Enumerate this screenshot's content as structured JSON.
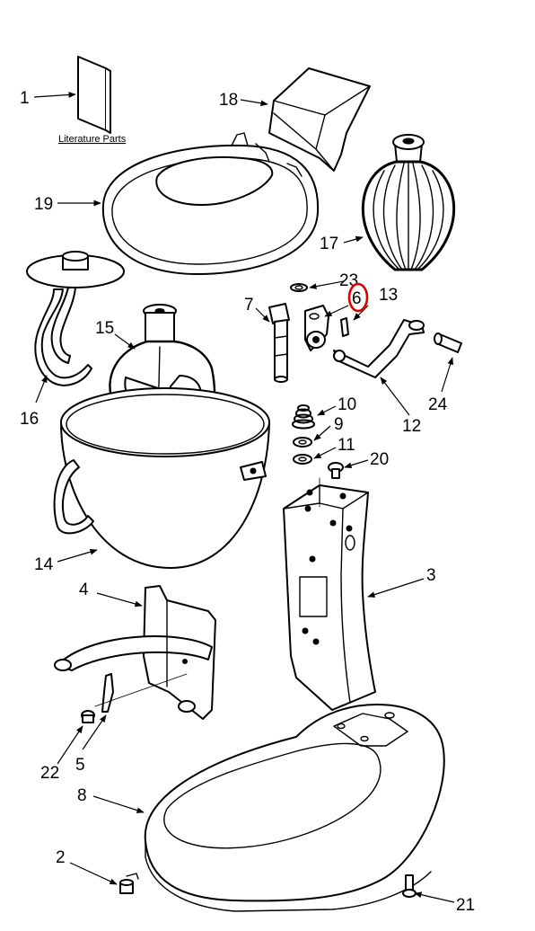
{
  "literature_label": "Literature Parts",
  "highlight_color": "#e00000",
  "callouts": {
    "c1": "1",
    "c2": "2",
    "c3": "3",
    "c4": "4",
    "c5": "5",
    "c6": "6",
    "c7": "7",
    "c8": "8",
    "c9": "9",
    "c10": "10",
    "c11": "11",
    "c12": "12",
    "c13": "13",
    "c14": "14",
    "c15": "15",
    "c16": "16",
    "c17": "17",
    "c18": "18",
    "c19": "19",
    "c20": "20",
    "c21": "21",
    "c22": "22",
    "c23": "23",
    "c24": "24"
  }
}
